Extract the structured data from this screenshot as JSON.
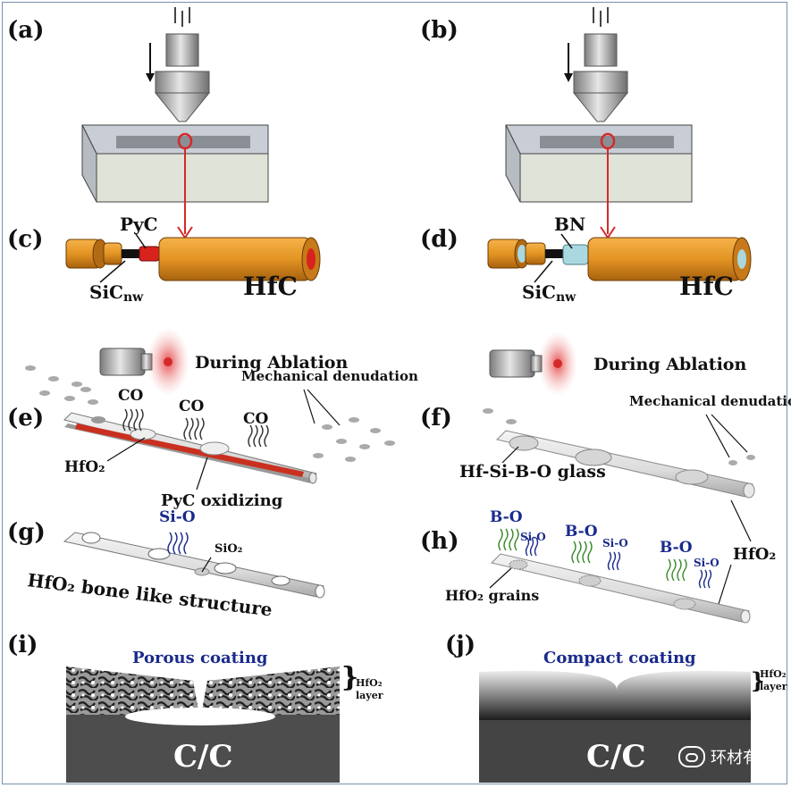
{
  "panels": {
    "a": "(a)",
    "b": "(b)",
    "c": "(c)",
    "d": "(d)",
    "e": "(e)",
    "f": "(f)",
    "g": "(g)",
    "h": "(h)",
    "i": "(i)",
    "j": "(j)"
  },
  "left": {
    "pyc_label": "PyC",
    "sicnw_label": "SiC",
    "sicnw_sub": "nw",
    "hfc_label": "HfC",
    "during_ablation": "During Ablation",
    "co_labels": [
      "CO",
      "CO",
      "CO"
    ],
    "mech_denudation": "Mechanical denudation",
    "hfo2_label": "HfO₂",
    "pyc_oxidizing": "PyC oxidizing",
    "sio_label": "Si-O",
    "sio2_label": "SiO₂",
    "bone_structure": "HfO₂ bone like structure",
    "coating_title": "Porous coating",
    "hfo2_layer_1": "HfO₂",
    "hfo2_layer_2": "layer",
    "substrate": "C/C"
  },
  "right": {
    "bn_label": "BN",
    "sicnw_label": "SiC",
    "sicnw_sub": "nw",
    "hfc_label": "HfC",
    "during_ablation": "During Ablation",
    "mech_denudation": "Mechanical denudation",
    "glass_label": "Hf-Si-B-O glass",
    "hfo2_label": "HfO₂",
    "bo_labels": [
      "B-O",
      "B-O",
      "B-O"
    ],
    "sio_labels": [
      "Si-O",
      "Si-O",
      "Si-O"
    ],
    "grains_label": "HfO₂ grains",
    "coating_title": "Compact coating",
    "hfo2_layer_1": "HfO₂",
    "hfo2_layer_2": "layer",
    "substrate": "C/C"
  },
  "watermark": "环材有料",
  "colors": {
    "hfc_orange": "#e39422",
    "arrow_red": "#d42a2a",
    "text_blue": "#1a2a8c",
    "bn_light_blue": "#a9d8e0",
    "co_wave": "#333333",
    "bo_wave": "#3a8a2a",
    "sio_wave": "#1a2a8c"
  }
}
